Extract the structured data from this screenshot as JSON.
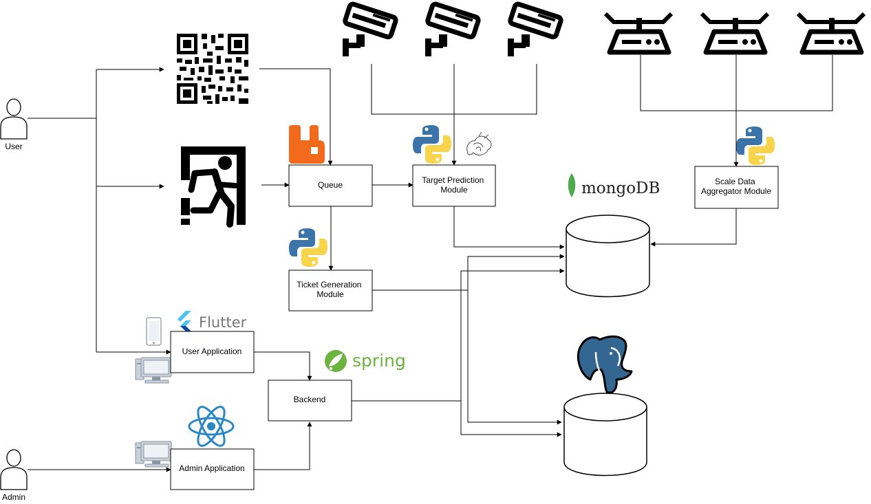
{
  "actors": {
    "user": "User",
    "admin": "Admin"
  },
  "modules": {
    "queue": "Queue",
    "target_prediction": [
      "Target Prediction",
      "Module"
    ],
    "scale_aggregator": [
      "Scale Data",
      "Aggregator Module"
    ],
    "ticket_generation": [
      "Ticket Generation",
      "Module"
    ],
    "user_application": "User Application",
    "backend": "Backend",
    "admin_application": "Admin Application"
  },
  "logos": {
    "flutter": "Flutter",
    "spring": "spring",
    "mongodb": "mongoDB"
  },
  "colors": {
    "line": "#000000",
    "rabbitmq": "#f26b1d",
    "python_blue": "#3a74a8",
    "python_yellow": "#f7d44a",
    "flutter_light": "#4fc3f7",
    "flutter_dark": "#0d47a1",
    "spring_green": "#6db33f",
    "mongo_green": "#4fa94d",
    "react_blue": "#2b86c5",
    "postgres_blue": "#336791"
  },
  "icons": [
    "qr-code-icon",
    "exit-door-icon",
    "cctv-camera-icon",
    "weighing-scale-icon",
    "rabbitmq-logo-icon",
    "python-logo-icon",
    "pytorch-sketch-icon",
    "mongodb-leaf-icon",
    "postgresql-elephant-icon",
    "flutter-logo-icon",
    "spring-logo-icon",
    "react-logo-icon",
    "smartphone-icon",
    "desktop-computer-icon",
    "person-icon",
    "database-cylinder-icon"
  ]
}
